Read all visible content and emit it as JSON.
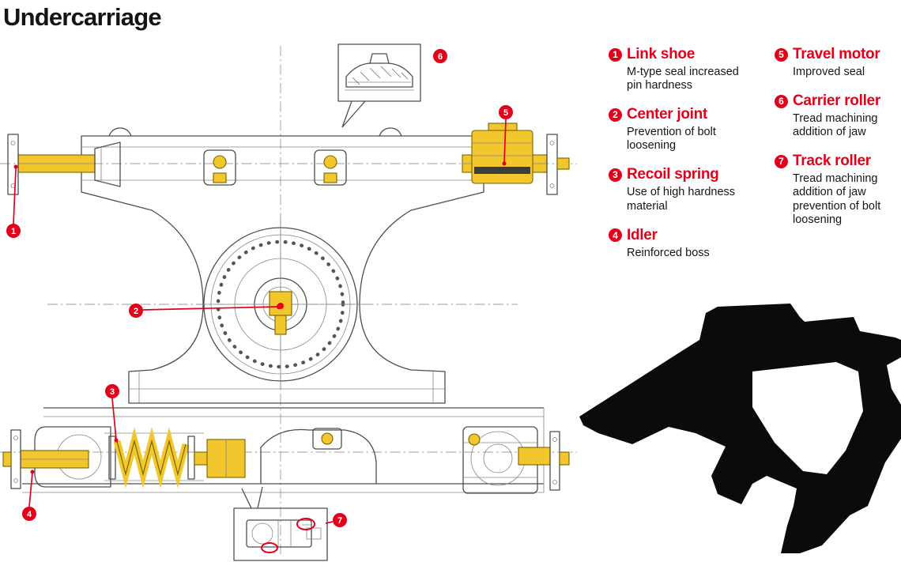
{
  "page": {
    "title": "Undercarriage"
  },
  "colors": {
    "accent_red": "#e3001b",
    "part_highlight_yellow": "#f2c72e",
    "drawing_line_gray": "#4d4d4d",
    "silhouette_black": "#0b0b0b"
  },
  "legend": {
    "col1": [
      {
        "number": "1",
        "label": "Link shoe",
        "description": "M-type seal increased pin hardness"
      },
      {
        "number": "2",
        "label": "Center joint",
        "description": "Prevention of bolt loosening"
      },
      {
        "number": "3",
        "label": "Recoil spring",
        "description": "Use of high hardness material"
      },
      {
        "number": "4",
        "label": "Idler",
        "description": "Reinforced boss"
      }
    ],
    "col2": [
      {
        "number": "5",
        "label": "Travel motor",
        "description": "Improved seal"
      },
      {
        "number": "6",
        "label": "Carrier roller",
        "description": "Tread machining addition of jaw"
      },
      {
        "number": "7",
        "label": "Track roller",
        "description": "Tread machining addition of jaw prevention of bolt loosening"
      }
    ]
  },
  "diagram": {
    "markers": {
      "m1": "1",
      "m2": "2",
      "m3": "3",
      "m4": "4",
      "m5": "5",
      "m6": "6",
      "m7": "7"
    }
  }
}
